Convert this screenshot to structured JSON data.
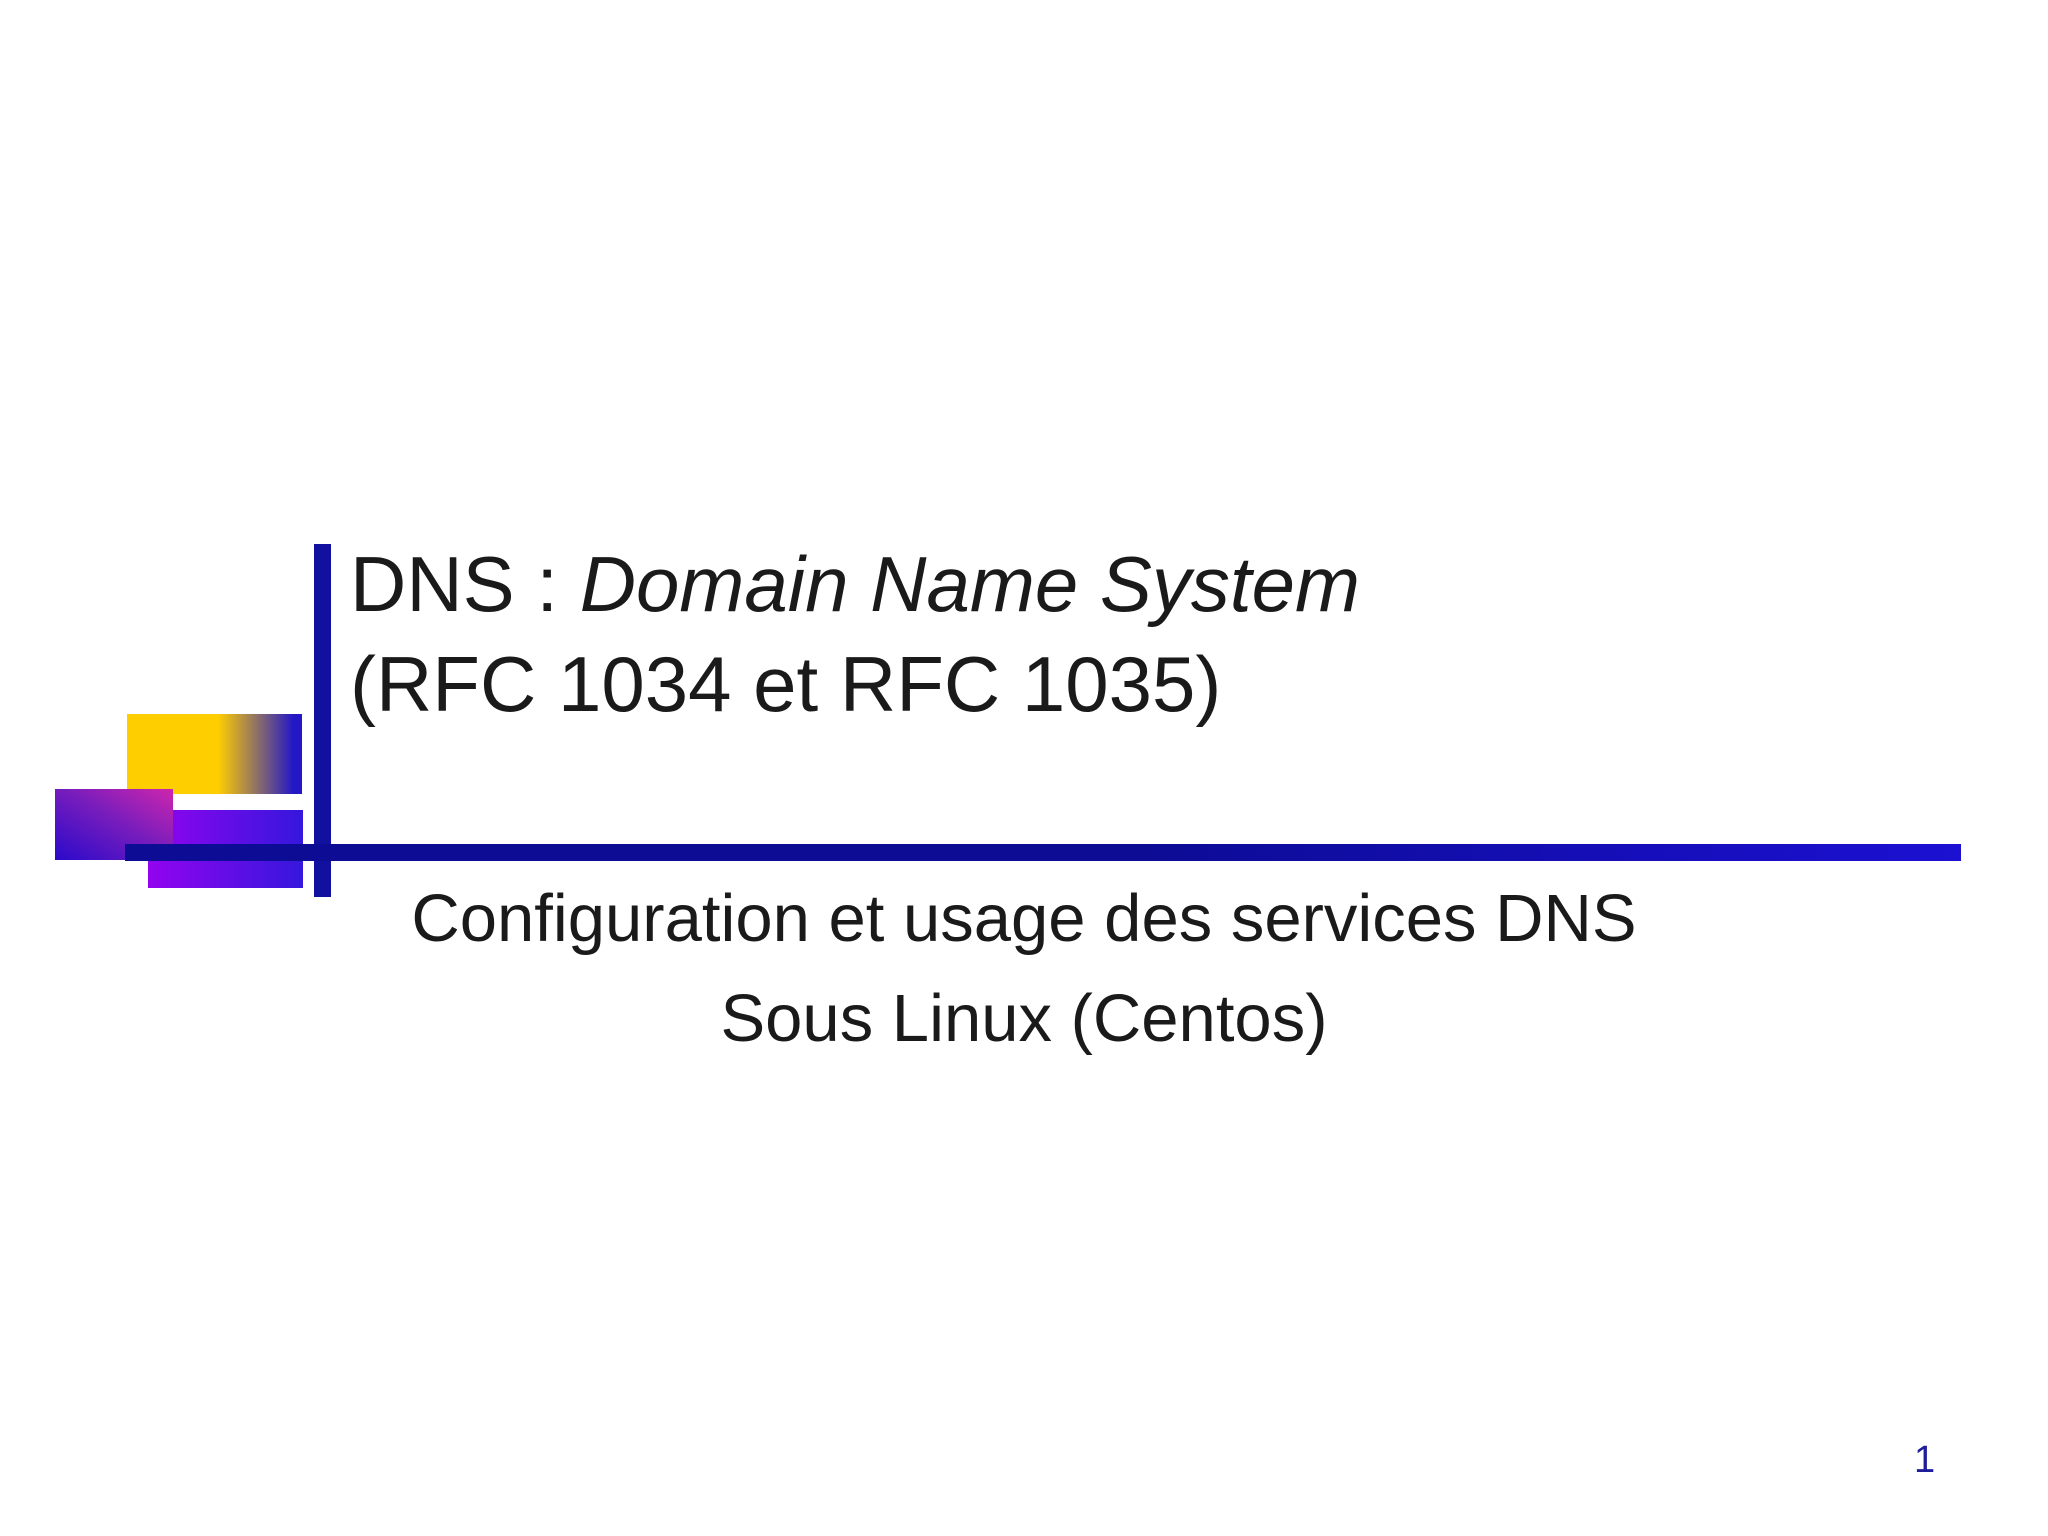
{
  "slide": {
    "title": {
      "line1_regular": "DNS : ",
      "line1_italic": "Domain Name System",
      "line2": "(RFC 1034 et RFC 1035)"
    },
    "subtitle": {
      "line1": "Configuration et usage des services DNS",
      "line2": "Sous Linux (Centos)"
    },
    "page_number": "1"
  },
  "colors": {
    "title-text": "#1a1a1a",
    "subtitle-text": "#1a1a1a",
    "page-number": "#201d9c",
    "accent-navy": "#12109e",
    "line-navy-start": "#0c0c94",
    "line-navy-end": "#1c10d2",
    "gold": "#ffce00",
    "gold-blue-end": "#2418c6",
    "magenta-grad-start": "#2a0aca",
    "magenta-grad-end": "#ce26ac",
    "purple-grad-start": "#9303f0",
    "purple-grad-end": "#3517dc"
  }
}
